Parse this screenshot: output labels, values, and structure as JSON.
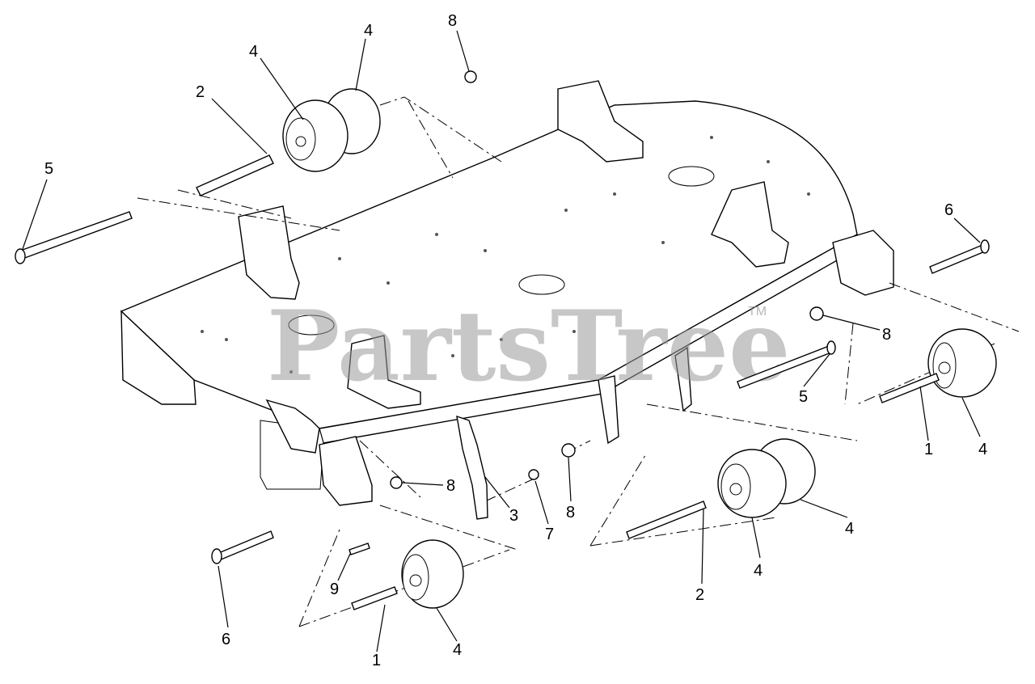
{
  "watermark": {
    "brand": "PartsTree",
    "mark": "TM"
  },
  "callouts": {
    "c_top_8": "8",
    "c_top_4a": "4",
    "c_top_4b": "4",
    "c_top_2": "2",
    "c_left_5": "5",
    "c_right_6": "6",
    "c_right_8": "8",
    "c_right_5": "5",
    "c_right_1": "1",
    "c_right_4": "4",
    "c_mid_8a": "8",
    "c_mid_3": "3",
    "c_mid_7": "7",
    "c_mid_8b": "8",
    "c_br_4a": "4",
    "c_br_4b": "4",
    "c_br_2": "2",
    "c_bl_6": "6",
    "c_bl_9": "9",
    "c_bl_1": "1",
    "c_bl_4": "4"
  }
}
